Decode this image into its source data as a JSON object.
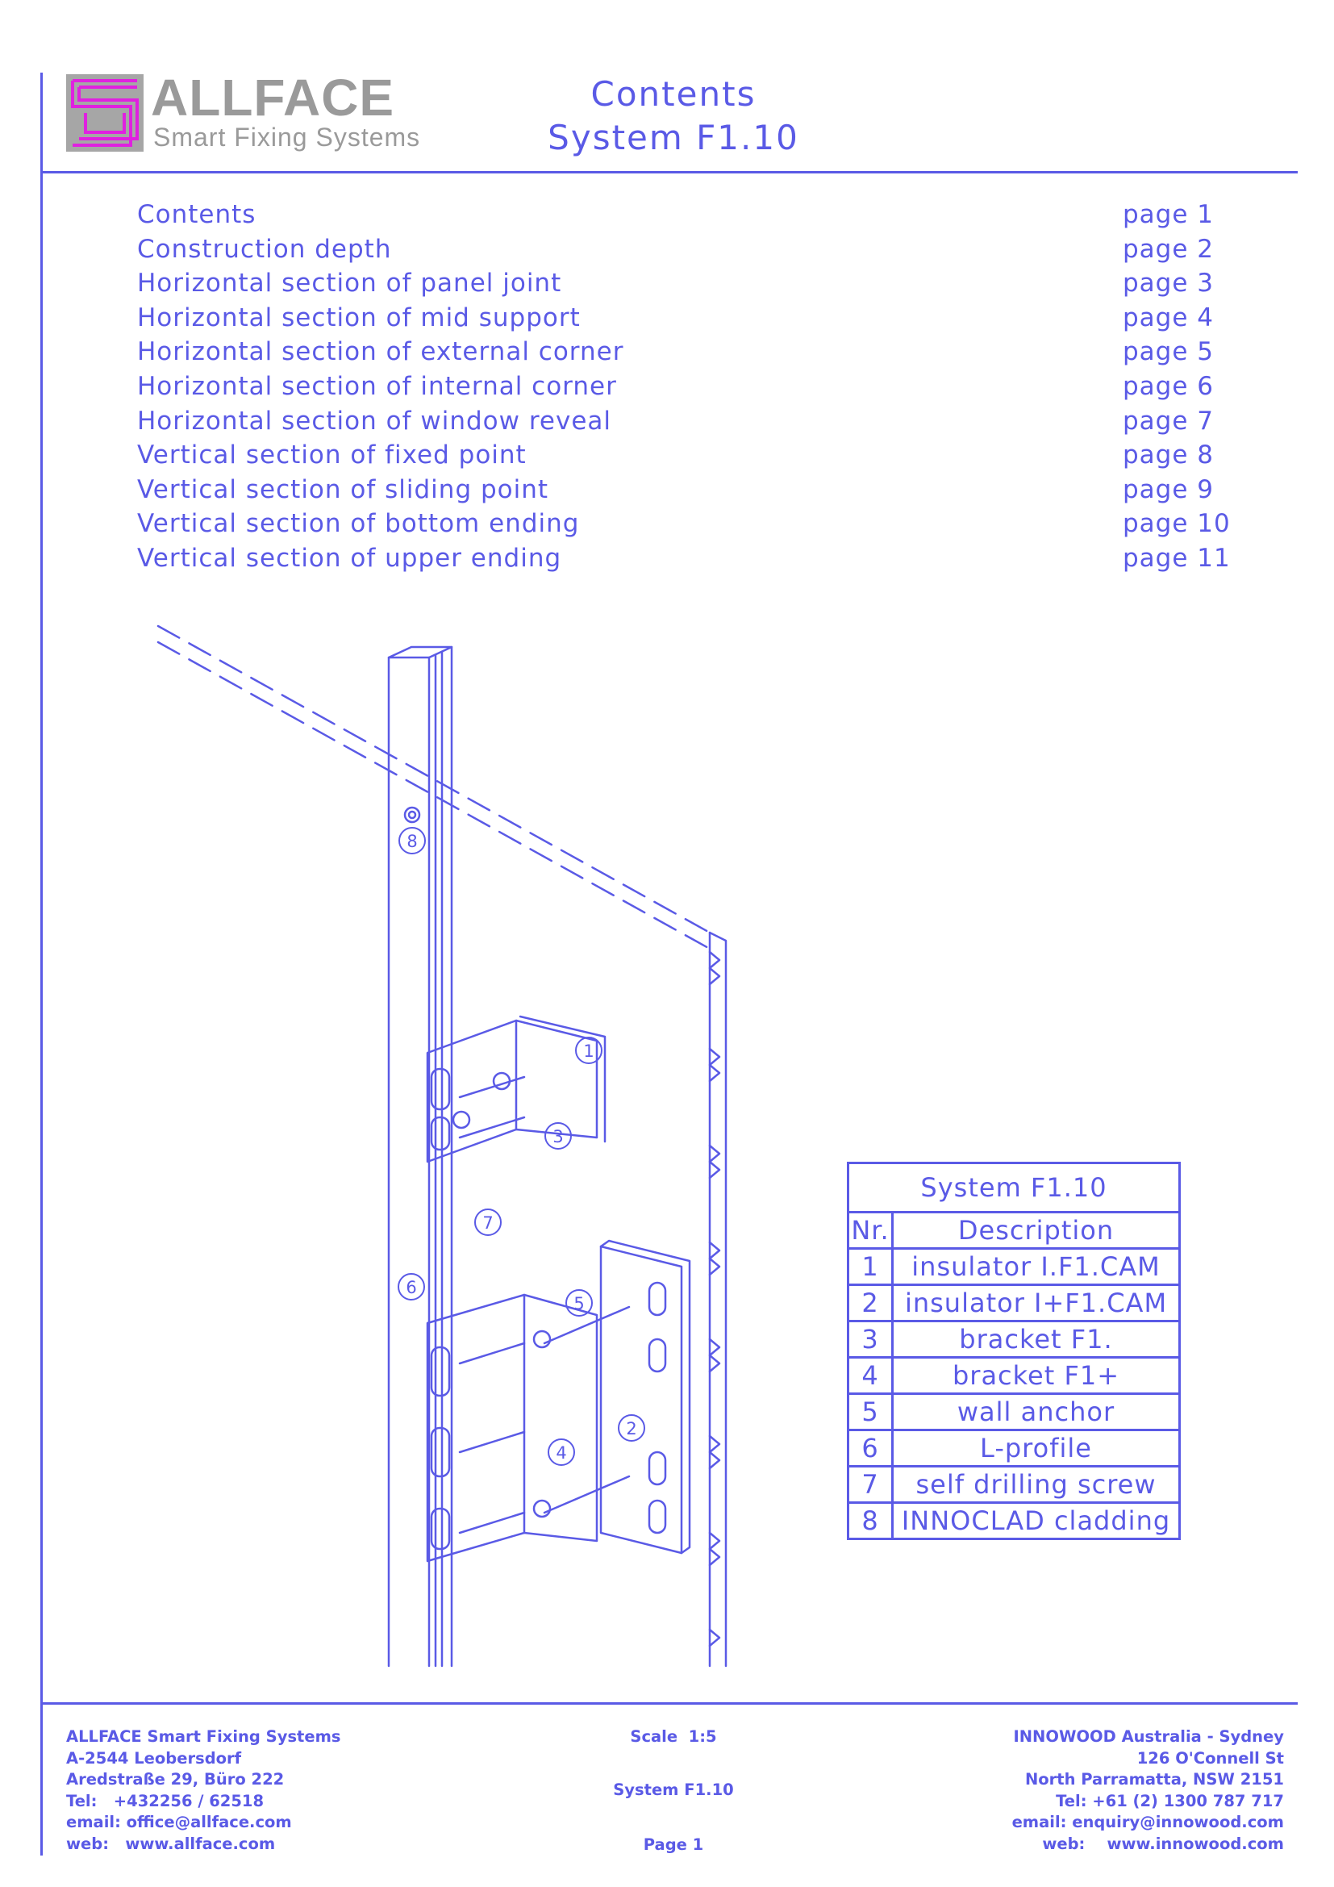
{
  "logo": {
    "name": "ALLFACE",
    "tagline": "Smart Fixing Systems"
  },
  "header": {
    "title_line1": "Contents",
    "title_line2": "System F1.10"
  },
  "toc": [
    {
      "title": "Contents",
      "page": "page 1"
    },
    {
      "title": "Construction depth",
      "page": "page 2"
    },
    {
      "title": "Horizontal section of panel joint",
      "page": "page 3"
    },
    {
      "title": "Horizontal section of mid support",
      "page": "page 4"
    },
    {
      "title": "Horizontal section of external corner",
      "page": "page 5"
    },
    {
      "title": "Horizontal section of internal corner",
      "page": "page 6"
    },
    {
      "title": "Horizontal section of window reveal",
      "page": "page 7"
    },
    {
      "title": "Vertical section of fixed point",
      "page": "page 8"
    },
    {
      "title": "Vertical section of sliding point",
      "page": "page 9"
    },
    {
      "title": "Vertical section of bottom ending",
      "page": "page 10"
    },
    {
      "title": "Vertical section of upper ending",
      "page": "page 11"
    }
  ],
  "drawing": {
    "callouts": [
      "1",
      "2",
      "3",
      "4",
      "5",
      "6",
      "7",
      "8"
    ]
  },
  "parts_table": {
    "title": "System F1.10",
    "headers": [
      "Nr.",
      "Description"
    ],
    "rows": [
      {
        "nr": "1",
        "description": "insulator I.F1.CAM"
      },
      {
        "nr": "2",
        "description": "insulator I+F1.CAM"
      },
      {
        "nr": "3",
        "description": "bracket F1."
      },
      {
        "nr": "4",
        "description": "bracket F1+"
      },
      {
        "nr": "5",
        "description": "wall anchor"
      },
      {
        "nr": "6",
        "description": "L-profile"
      },
      {
        "nr": "7",
        "description": "self drilling screw"
      },
      {
        "nr": "8",
        "description": "INNOCLAD cladding"
      }
    ]
  },
  "footer": {
    "left": [
      "ALLFACE Smart Fixing Systems",
      "A-2544 Leobersdorf",
      "Aredstraße 29, Büro 222",
      "Tel:   +432256 / 62518",
      "email: office@allface.com",
      "web:   www.allface.com"
    ],
    "middle": {
      "scale": "Scale  1:5",
      "system": "System F1.10",
      "page": "Page 1"
    },
    "right": [
      "INNOWOOD Australia - Sydney",
      "126 O'Connell St",
      "North Parramatta, NSW 2151",
      "Tel:  +61 (2) 1300 787 717",
      "email: enquiry@innowood.com",
      "web:    www.innowood.com"
    ]
  },
  "colors": {
    "line": "#5a5ae6",
    "logo_grey": "#9a9a9a",
    "logo_accent": "#e020e0"
  }
}
